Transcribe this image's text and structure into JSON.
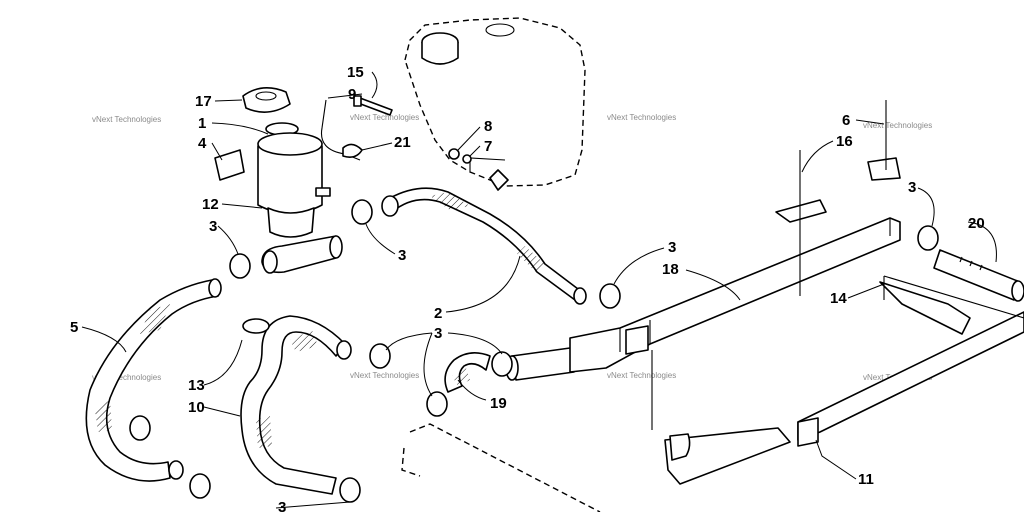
{
  "callouts": [
    {
      "id": "17",
      "text": "17"
    },
    {
      "id": "1",
      "text": "1"
    },
    {
      "id": "4",
      "text": "4"
    },
    {
      "id": "12",
      "text": "12"
    },
    {
      "id": "3a",
      "text": "3"
    },
    {
      "id": "3b",
      "text": "3"
    },
    {
      "id": "3c",
      "text": "3"
    },
    {
      "id": "3d",
      "text": "3"
    },
    {
      "id": "3e",
      "text": "3"
    },
    {
      "id": "3f",
      "text": "3"
    },
    {
      "id": "15",
      "text": "15"
    },
    {
      "id": "9",
      "text": "9"
    },
    {
      "id": "21",
      "text": "21"
    },
    {
      "id": "8",
      "text": "8"
    },
    {
      "id": "7",
      "text": "7"
    },
    {
      "id": "6",
      "text": "6"
    },
    {
      "id": "16",
      "text": "16"
    },
    {
      "id": "20",
      "text": "20"
    },
    {
      "id": "18",
      "text": "18"
    },
    {
      "id": "2",
      "text": "2"
    },
    {
      "id": "14",
      "text": "14"
    },
    {
      "id": "5",
      "text": "5"
    },
    {
      "id": "13",
      "text": "13"
    },
    {
      "id": "10",
      "text": "10"
    },
    {
      "id": "19",
      "text": "19"
    },
    {
      "id": "11",
      "text": "11"
    }
  ],
  "watermark": "vNext Technologies"
}
